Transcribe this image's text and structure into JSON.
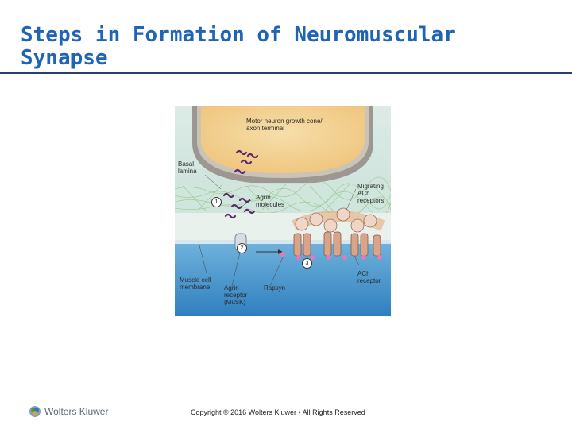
{
  "slide": {
    "title": "Steps in Formation of Neuromuscular Synapse"
  },
  "figure": {
    "labels": {
      "growth_cone": "Motor neuron growth cone/\naxon terminal",
      "basal_lamina": "Basal\nlamina",
      "agrin_molecules": "Agrin\nmolecules",
      "migrating_ach": "Migrating\nACh\nreceptors",
      "muscle_membrane": "Muscle cell\nmembrane",
      "agrin_receptor": "Agrin\nreceptor\n(MuSK)",
      "rapsyn": "Rapsyn",
      "ach_receptor": "ACh\nreceptor"
    },
    "steps": [
      "1",
      "2",
      "3"
    ],
    "colors": {
      "axon_fill": "#f1cf8a",
      "axon_border": "#a6a29a",
      "basal_lamina": "#bfe0d6",
      "muscle": "#3f8fc8",
      "agrin": "#6a2a7a",
      "receptor": "#d9a58a"
    }
  },
  "footer": {
    "logo_text": "Wolters Kluwer",
    "logo_icon": "wolters-kluwer-logo-icon",
    "copyright": "Copyright © 2016 Wolters Kluwer • All Rights Reserved"
  }
}
